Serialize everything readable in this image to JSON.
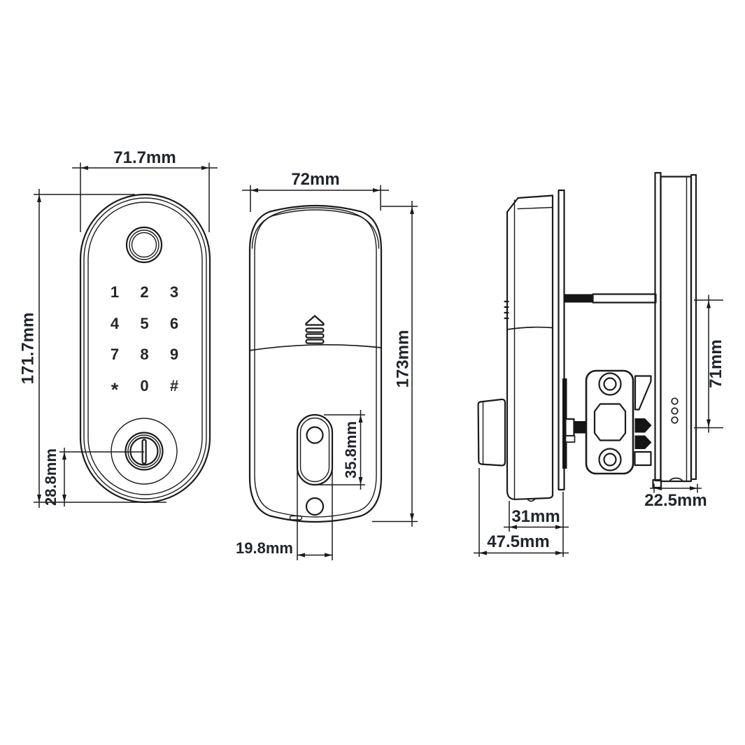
{
  "drawing": {
    "background_color": "#ffffff",
    "line_color": "#1b1b1b",
    "dimension_text_color": "#20242c",
    "front_view": {
      "width_label": "71.7mm",
      "height_label": "171.7mm",
      "keyhole_offset_label": "28.8mm",
      "keypad_keys": [
        "1",
        "2",
        "3",
        "4",
        "5",
        "6",
        "7",
        "8",
        "9",
        "*",
        "0",
        "#"
      ]
    },
    "back_view": {
      "width_label": "72mm",
      "height_label": "173mm",
      "cutout_height_label": "35.8mm",
      "cutout_width_label": "19.8mm"
    },
    "side_view": {
      "interior_body_depth_label": "31mm",
      "interior_total_depth_label": "47.5mm",
      "exterior_body_depth_label": "22.5mm",
      "spindle_to_bolt_height_label": "71mm"
    }
  }
}
